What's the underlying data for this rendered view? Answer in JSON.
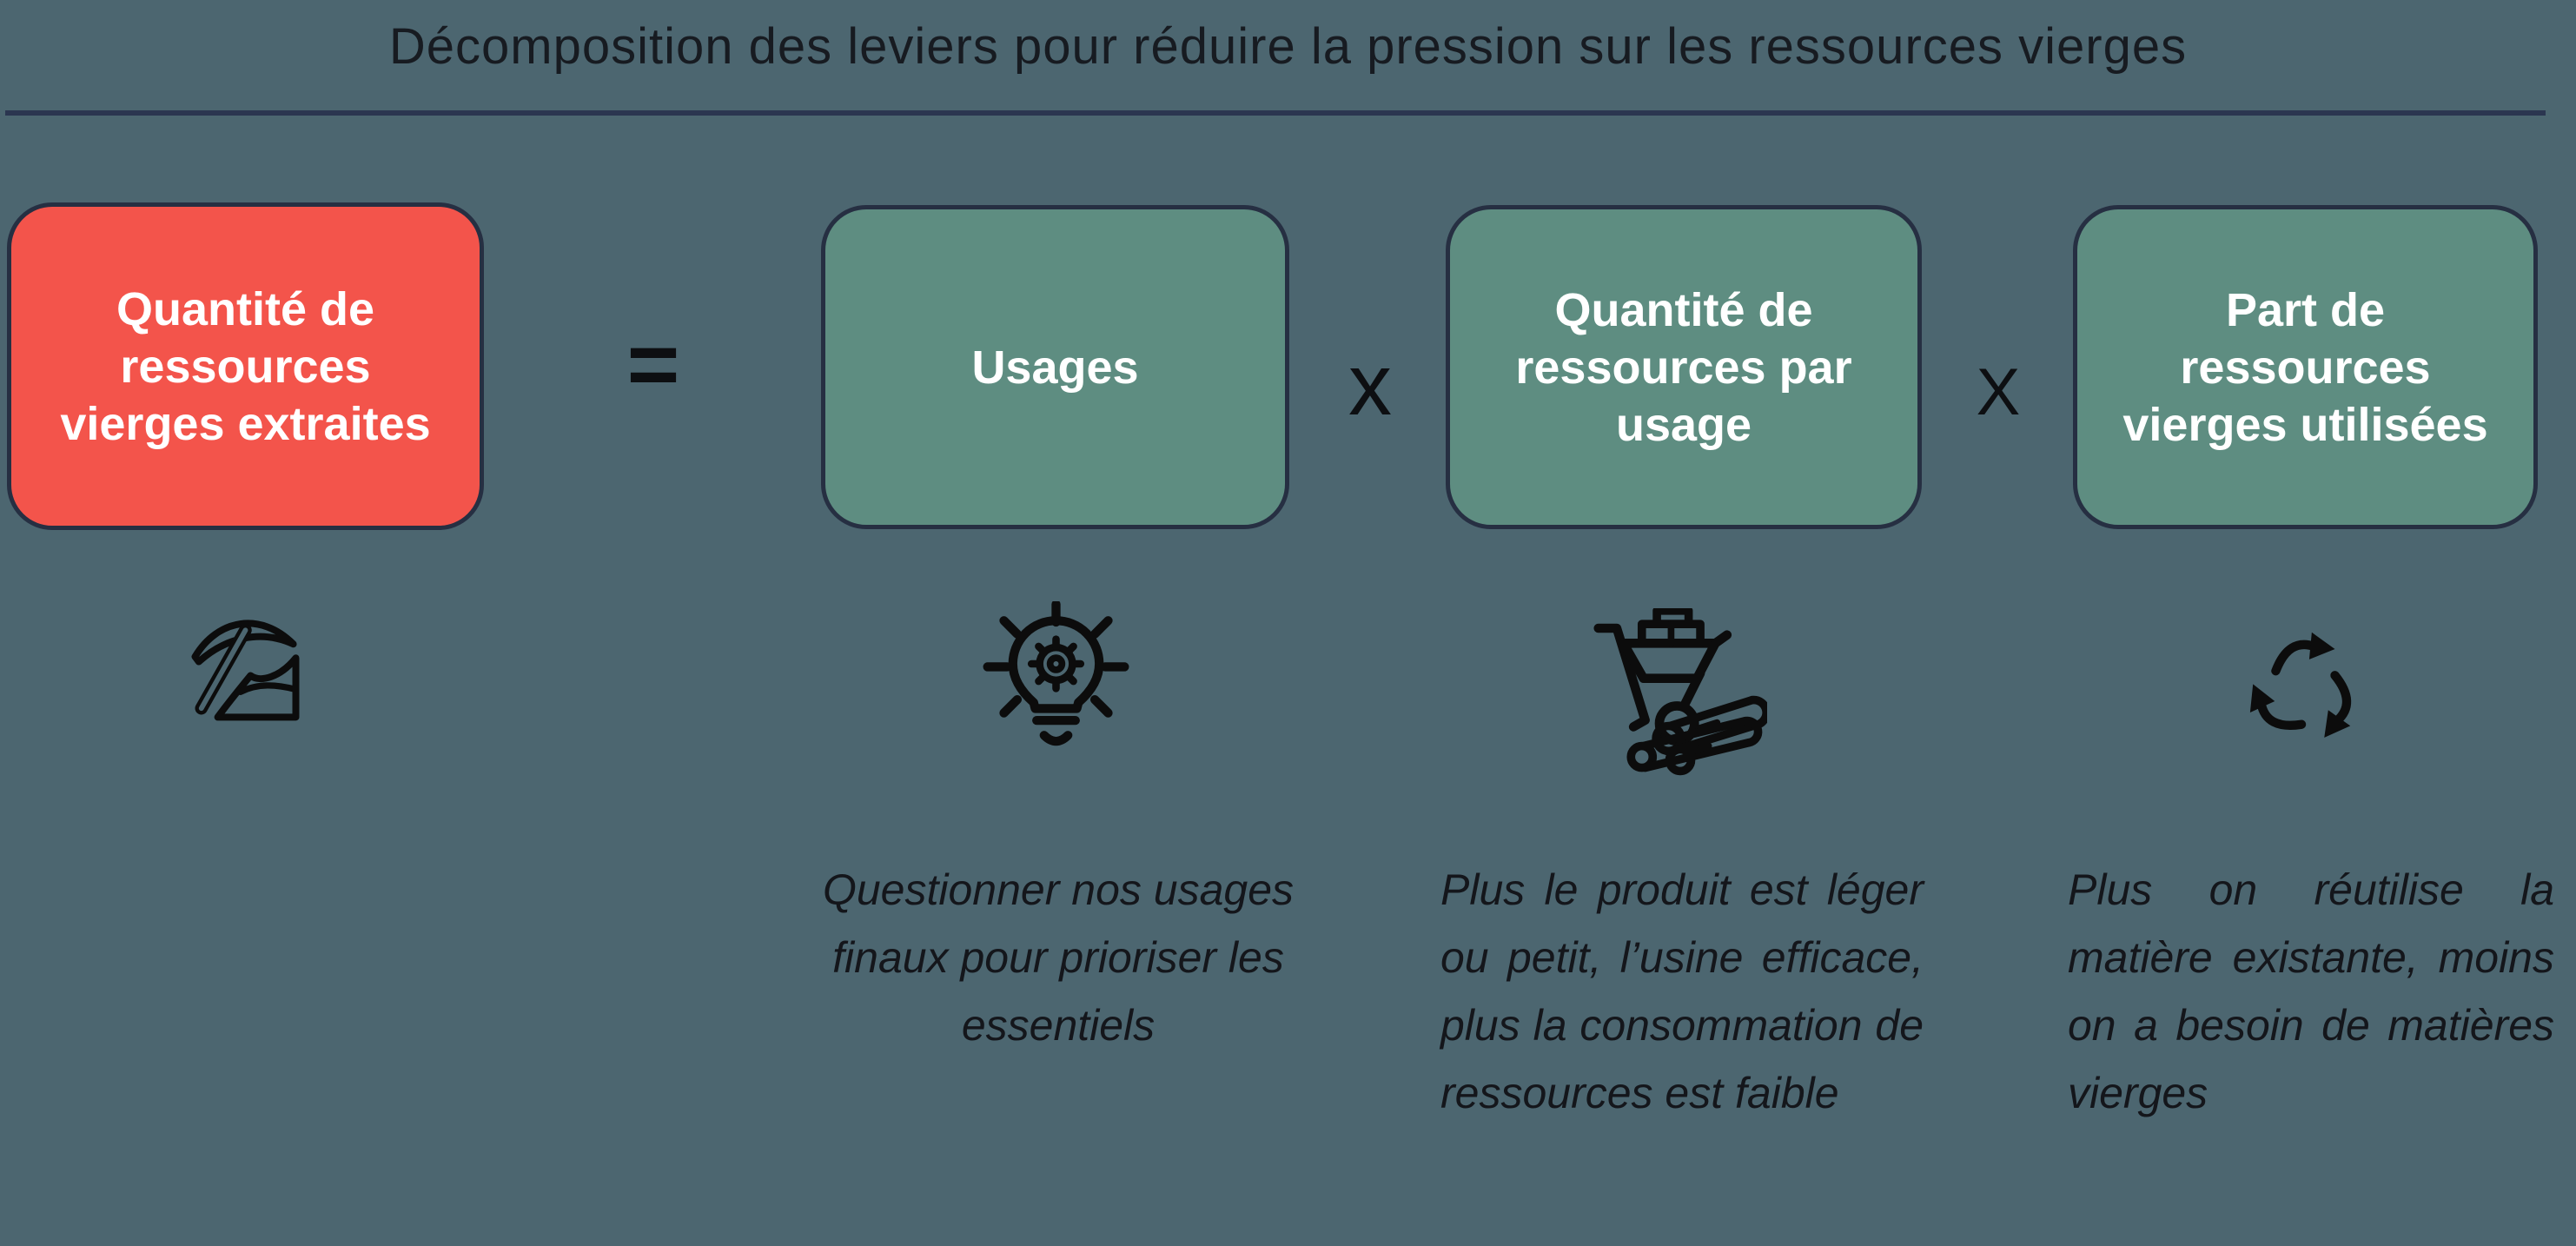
{
  "title": "Décomposition des leviers pour réduire la pression sur les ressources vierges",
  "result_box": {
    "label": "Quantité de ressources vierges extraites",
    "icon": "pickaxe-icon",
    "color": "#F3544B"
  },
  "operators": {
    "equals": "=",
    "times_1": "x",
    "times_2": "X"
  },
  "factor_boxes": [
    {
      "label": "Usages",
      "icon": "lightbulb-gear-icon",
      "description": "Questionner nos usages finaux pour prioriser les essentiels"
    },
    {
      "label": "Quantité de ressources par usage",
      "icon": "wheelbarrow-logs-icon",
      "description": "Plus le produit est léger ou petit, l’usine efficace, plus la consommation de ressources est faible"
    },
    {
      "label": "Part de ressources vierges utilisées",
      "icon": "recycle-icon",
      "description": "Plus on réutilise la matière existante, moins on a besoin de matières vierges"
    }
  ],
  "colors": {
    "background": "#4C6670",
    "result_box": "#F3544B",
    "factor_box": "#5E8D81",
    "box_border": "#262F42",
    "divider": "#2B3650",
    "text_dark": "#14161B",
    "text_light": "#FFFFFF",
    "icon_stroke": "#0C0C0C"
  }
}
